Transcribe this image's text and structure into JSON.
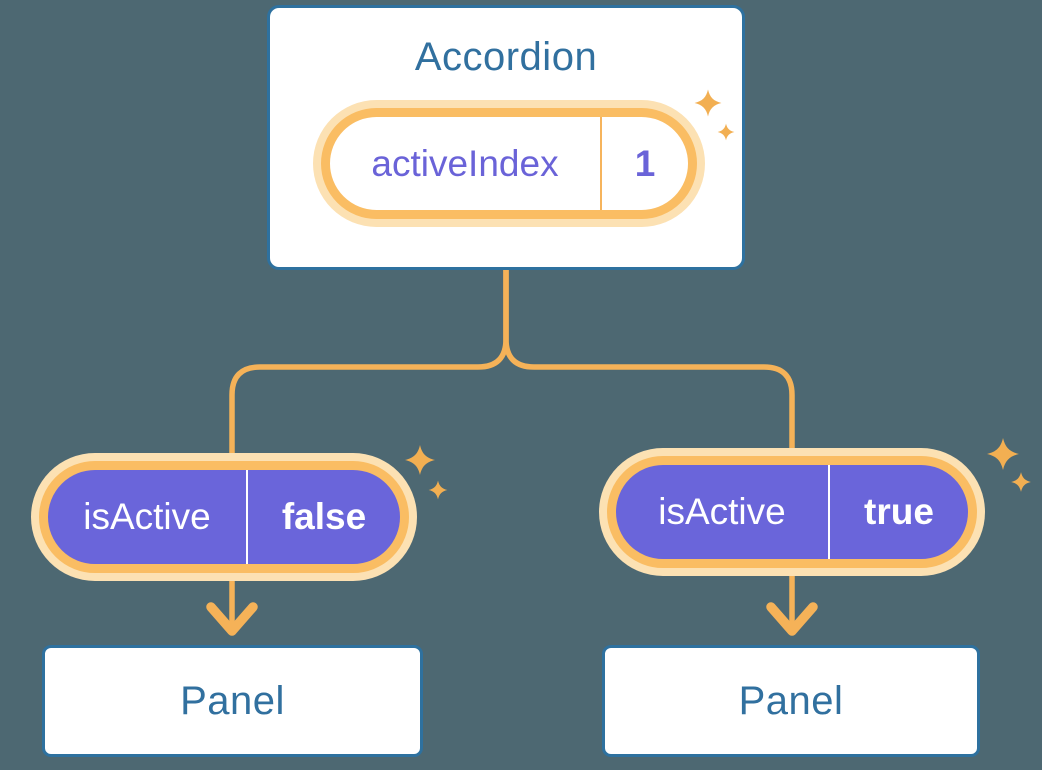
{
  "accordion_card": {
    "title": "Accordion",
    "state_pill": {
      "label": "activeIndex",
      "value": "1"
    }
  },
  "left_branch": {
    "prop_pill": {
      "label": "isActive",
      "value": "false"
    },
    "panel": {
      "title": "Panel"
    }
  },
  "right_branch": {
    "prop_pill": {
      "label": "isActive",
      "value": "true"
    },
    "panel": {
      "title": "Panel"
    }
  },
  "colors": {
    "background": "#4D6872",
    "card_border": "#2E719F",
    "heading_text": "#31709F",
    "state_text": "#6A63D8",
    "prop_pill_fill": "#6A65DA",
    "pill_ring": "#FABD63",
    "pill_glow": "#FCE1B3",
    "connector": "#F5B258",
    "sparkle": "#F2AF52"
  }
}
